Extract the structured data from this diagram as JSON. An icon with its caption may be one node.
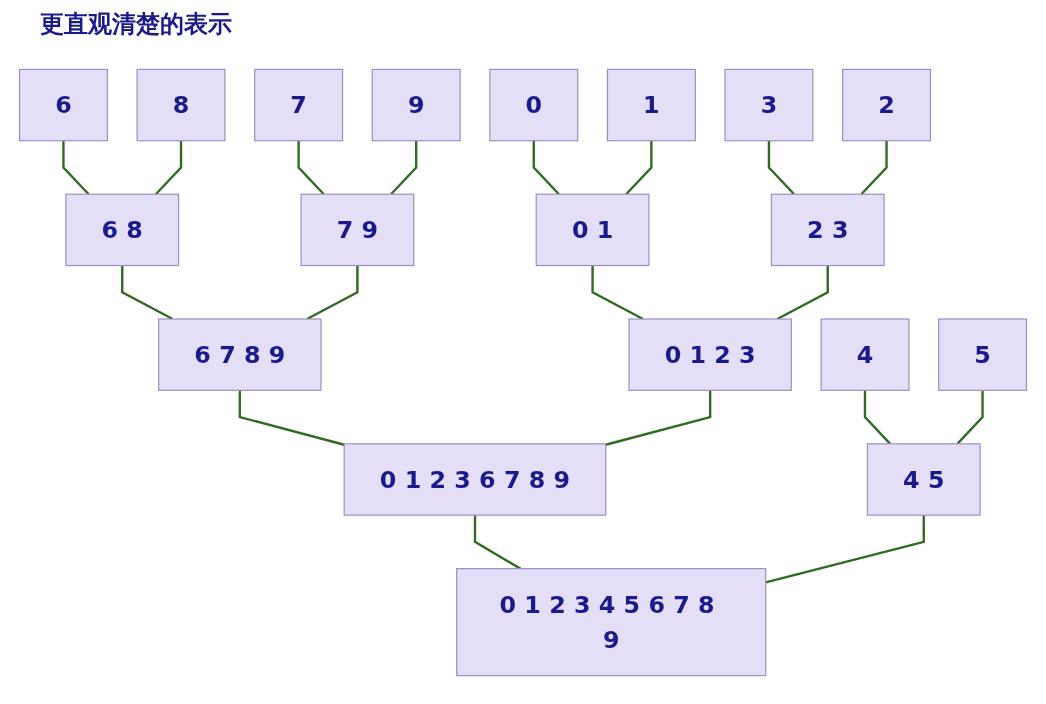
{
  "diagram": {
    "title": "更直观清楚的表示",
    "nodes": [
      {
        "text": [
          "6"
        ]
      },
      {
        "text": [
          "8"
        ]
      },
      {
        "text": [
          "7"
        ]
      },
      {
        "text": [
          "9"
        ]
      },
      {
        "text": [
          "0"
        ]
      },
      {
        "text": [
          "1"
        ]
      },
      {
        "text": [
          "3"
        ]
      },
      {
        "text": [
          "2"
        ]
      },
      {
        "text": [
          "4"
        ]
      },
      {
        "text": [
          "5"
        ]
      },
      {
        "text": [
          "6 8"
        ]
      },
      {
        "text": [
          "7 9"
        ]
      },
      {
        "text": [
          "0 1"
        ]
      },
      {
        "text": [
          "2 3"
        ]
      },
      {
        "text": [
          "4 5"
        ]
      },
      {
        "text": [
          "6 7 8 9"
        ]
      },
      {
        "text": [
          "0 1 2 3"
        ]
      },
      {
        "text": [
          "0 1 2 3 6 7 8 9"
        ]
      },
      {
        "text": [
          "0 1 2 3 4 5 6 7 8 9"
        ]
      }
    ],
    "edges": [
      {
        "from": 0,
        "to": 10,
        "arrow": "none"
      },
      {
        "from": 1,
        "to": 10,
        "arrow": "none"
      },
      {
        "from": 2,
        "to": 11,
        "arrow": "none"
      },
      {
        "from": 3,
        "to": 11,
        "arrow": "none"
      },
      {
        "from": 4,
        "to": 12,
        "arrow": "none"
      },
      {
        "from": 5,
        "to": 12,
        "arrow": "none"
      },
      {
        "from": 6,
        "to": 13,
        "arrow": "none"
      },
      {
        "from": 7,
        "to": 13,
        "arrow": "none"
      },
      {
        "from": 8,
        "to": 14,
        "arrow": "none"
      },
      {
        "from": 9,
        "to": 14,
        "arrow": "none"
      },
      {
        "from": 10,
        "to": 15,
        "arrow": "none"
      },
      {
        "from": 11,
        "to": 15,
        "arrow": "none"
      },
      {
        "from": 12,
        "to": 16,
        "arrow": "none"
      },
      {
        "from": 13,
        "to": 16,
        "arrow": "none"
      },
      {
        "from": 15,
        "to": 17,
        "arrow": "none"
      },
      {
        "from": 16,
        "to": 17,
        "arrow": "none"
      },
      {
        "from": 17,
        "to": 18,
        "arrow": "none"
      },
      {
        "from": 14,
        "to": 18,
        "arrow": "none"
      }
    ]
  }
}
